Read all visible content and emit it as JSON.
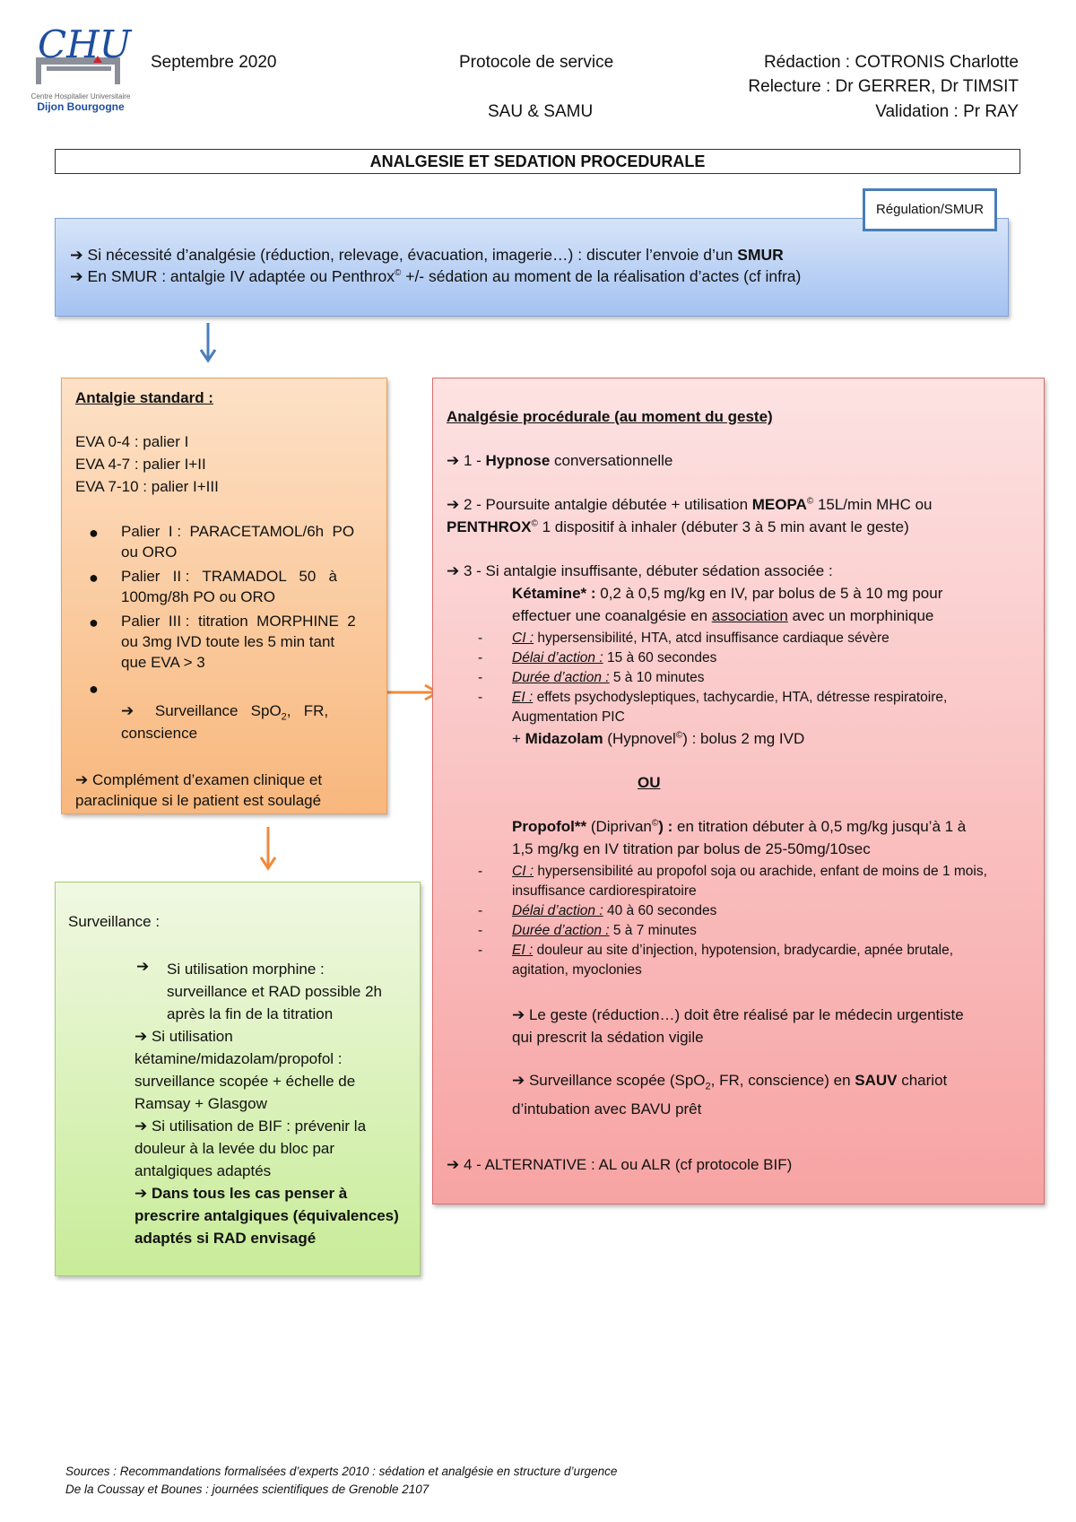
{
  "header": {
    "logo_main": "CHU",
    "logo_sub1": "Centre Hospitalier Universitaire",
    "logo_sub2": "Dijon Bourgogne",
    "date": "Septembre 2020",
    "protocol": "Protocole de service",
    "service": "SAU & SAMU",
    "redaction": "Rédaction : COTRONIS Charlotte",
    "relecture": "Relecture : Dr GERRER, Dr TIMSIT",
    "validation": "Validation : Pr RAY"
  },
  "title": "ANALGESIE ET SEDATION PROCEDURALE",
  "regulation_label": "Régulation/SMUR",
  "regulation": {
    "line1_a": "Si nécessité d’analgésie (réduction, relevage, évacuation, imagerie…) : discuter l’envoie d’un ",
    "line1_b": "SMUR",
    "line2_a": "En SMUR : antalgie IV adaptée ou Penthrox",
    "line2_sup": "©",
    "line2_b": " +/-  sédation au moment de la réalisation d’actes (cf infra)"
  },
  "standard": {
    "title": "Antalgie standard :",
    "eva": [
      "EVA 0-4 : palier I",
      "EVA 4-7 : palier I+II",
      "EVA 7-10 : palier I+III"
    ],
    "p1": [
      "Palier  I :  PARACETAMOL/6h  PO",
      "ou ORO"
    ],
    "p2": [
      "Palier   II :   TRAMADOL   50   à",
      "100mg/8h PO ou ORO"
    ],
    "p3": [
      "Palier  III :  titration  MORPHINE  2",
      "ou 3mg IVD toute les 5 min tant",
      "que EVA > 3"
    ],
    "surv_a": "Surveillance   SpO",
    "surv_sub": "2",
    "surv_b": ",   FR,",
    "surv_c": "conscience",
    "complement": [
      "Complément d’examen clinique et",
      "paraclinique si le patient est soulagé"
    ]
  },
  "surveillance": {
    "title": "Surveillance :",
    "l1": [
      "Si utilisation morphine :",
      "surveillance et RAD possible 2h",
      "après la fin de la titration"
    ],
    "l2": [
      "Si utilisation",
      "kétamine/midazolam/propofol :",
      "surveillance scopée + échelle de",
      "Ramsay + Glasgow"
    ],
    "l3": [
      "Si utilisation de BIF : prévenir la",
      "douleur à la levée du bloc par",
      "antalgiques adaptés"
    ],
    "l4": [
      "Dans tous les cas penser à",
      "prescrire antalgiques (équivalences)",
      "adaptés si RAD envisagé"
    ]
  },
  "procedural": {
    "title": "Analgésie procédurale (au moment du geste)",
    "s1_a": "1 - ",
    "s1_b": "Hypnose",
    "s1_c": " conversationnelle",
    "s2_a": "2 - Poursuite antalgie débutée + utilisation ",
    "s2_b": "MEOPA",
    "s2_sup": "©",
    "s2_c": " 15L/min MHC ou",
    "s2_d": "PENTHROX",
    "s2_e": " 1 dispositif à inhaler (débuter 3 à 5 min avant le geste)",
    "s3": "3 - Si antalgie insuffisante, débuter sédation associée :",
    "ket_name": "Kétamine* :",
    "ket_a": " 0,2 à 0,5 mg/kg en IV, par bolus de 5 à 10 mg pour",
    "ket_b": "effectuer une coanalgésie en ",
    "ket_b_u": "association",
    "ket_b2": " avec un morphinique",
    "ket_ci_l": "CI :",
    "ket_ci": " hypersensibilité, HTA, atcd insuffisance cardiaque sévère",
    "ket_delai_l": "Délai d’action :",
    "ket_delai": " 15 à 60 secondes",
    "ket_duree_l": "Durée d’action :",
    "ket_duree": " 5 à 10 minutes",
    "ket_ei_l": "EI :",
    "ket_ei": " effets psychodysleptiques, tachycardie, HTA, détresse respiratoire,",
    "ket_ei2": "Augmentation PIC",
    "mida_a": "+ ",
    "mida_b": "Midazolam",
    "mida_c": " (Hypnovel",
    "mida_d": ") : bolus 2 mg IVD",
    "ou": "OU",
    "prop_name": "Propofol**",
    "prop_a": " (Diprivan",
    "prop_b": ") :",
    "prop_c": " en titration débuter à 0,5 mg/kg jusqu’à 1 à",
    "prop_d": "1,5 mg/kg en IV titration par bolus de 25-50mg/10sec",
    "prop_ci_l": "CI :",
    "prop_ci": " hypersensibilité au propofol soja ou arachide, enfant de moins de 1 mois,",
    "prop_ci2": "insuffisance cardiorespiratoire",
    "prop_delai_l": "Délai d’action :",
    "prop_delai": " 40 à 60 secondes",
    "prop_duree_l": "Durée d’action :",
    "prop_duree": " 5 à 7 minutes",
    "prop_ei_l": "EI :",
    "prop_ei": " douleur au site d’injection, hypotension, bradycardie, apnée brutale,",
    "prop_ei2": "agitation, myoclonies",
    "geste": [
      "Le geste (réduction…) doit être réalisé par le médecin urgentiste",
      "qui prescrit la sédation vigile"
    ],
    "scope_a": "Surveillance scopée (SpO",
    "scope_sub": "2",
    "scope_b": ", FR, conscience) en ",
    "scope_c": "SAUV",
    "scope_d": " chariot",
    "scope_e": "d’intubation avec BAVU prêt",
    "s4": "4 - ALTERNATIVE : AL ou ALR (cf protocole BIF)"
  },
  "footer": {
    "l1": "Sources : Recommandations formalisées d’experts 2010 : sédation et analgésie en structure d’urgence",
    "l2": "De la Coussay et Bounes : journées scientifiques de Grenoble 2107"
  },
  "colors": {
    "blue": "#4a7ebb",
    "orange": "#f08a3c",
    "logo_red": "#d02030"
  }
}
